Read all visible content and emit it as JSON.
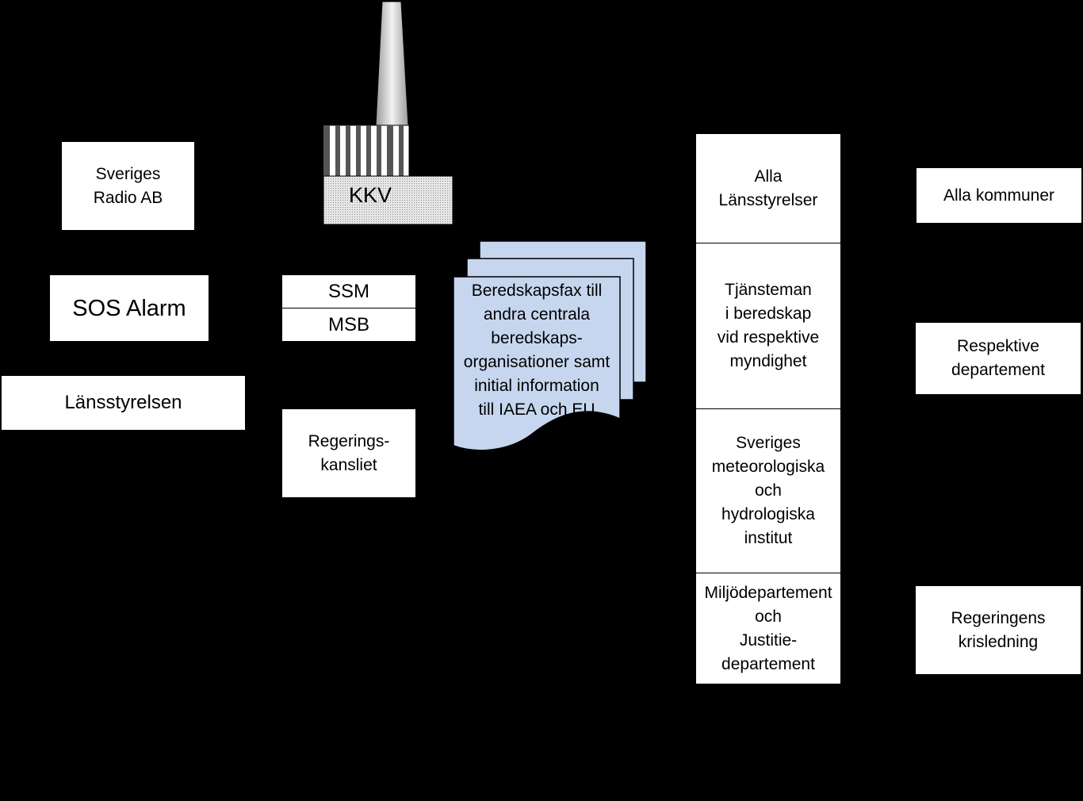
{
  "plant": {
    "label": "KKV"
  },
  "left": {
    "radio": "Sveriges\nRadio AB",
    "sos": "SOS Alarm",
    "lansstyrelsen": "Länsstyrelsen"
  },
  "center": {
    "ssm": "SSM",
    "msb": "MSB",
    "regeringskansliet": "Regerings-\nkansliet"
  },
  "fax": {
    "text": "Beredskapsfax till\nandra centrala\nberedskaps-\norganisationer samt\ninitial information\ntill IAEA och EU"
  },
  "stack": {
    "alla_lansstyrelser": "Alla\nLänsstyrelser",
    "tjansteman": "Tjänsteman\ni beredskap\nvid respektive\nmyndighet",
    "smhi": "Sveriges\nmeteorologiska\noch\nhydrologiska\ninstitut",
    "miljo": "Miljödepartement\noch\nJustitie-\ndepartement"
  },
  "right": {
    "alla_kommuner": "Alla kommuner",
    "respektive": "Respektive\ndepartement",
    "krisledning": "Regeringens\nkrisledning"
  },
  "colors": {
    "background": "#000000",
    "box": "#ffffff",
    "fax": "#c6d6ee",
    "kkv": "#d8d8d8"
  }
}
